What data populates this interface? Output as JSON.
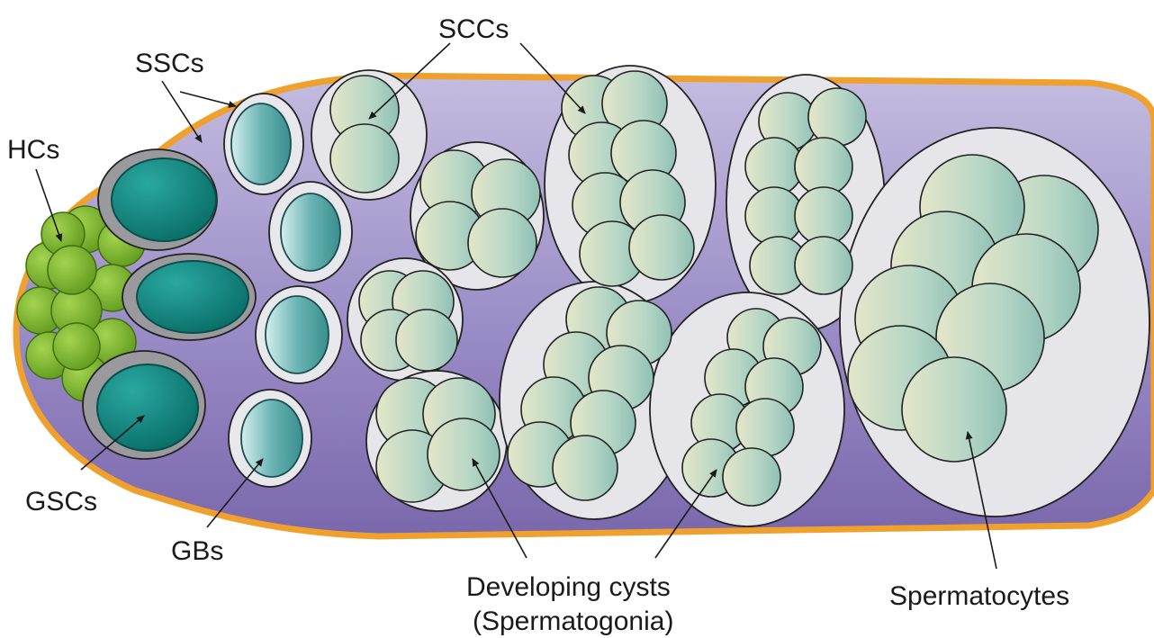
{
  "labels": {
    "hcs": "HCs",
    "sscs": "SSCs",
    "sccs": "SCCs",
    "gscs": "GSCs",
    "gbs": "GBs",
    "developing_line1": "Developing cysts",
    "developing_line2": "(Spermatogonia)",
    "spermatocytes": "Spermatocytes"
  },
  "colors": {
    "tube_purple": "#8a78b8",
    "tube_outline": "#f0a02c",
    "hub_green": "#7cb62a",
    "gsc_teal": "#0f8a80",
    "cyst_capsule": "#e6e6ea",
    "germ_cell": "#bcd8c6"
  }
}
